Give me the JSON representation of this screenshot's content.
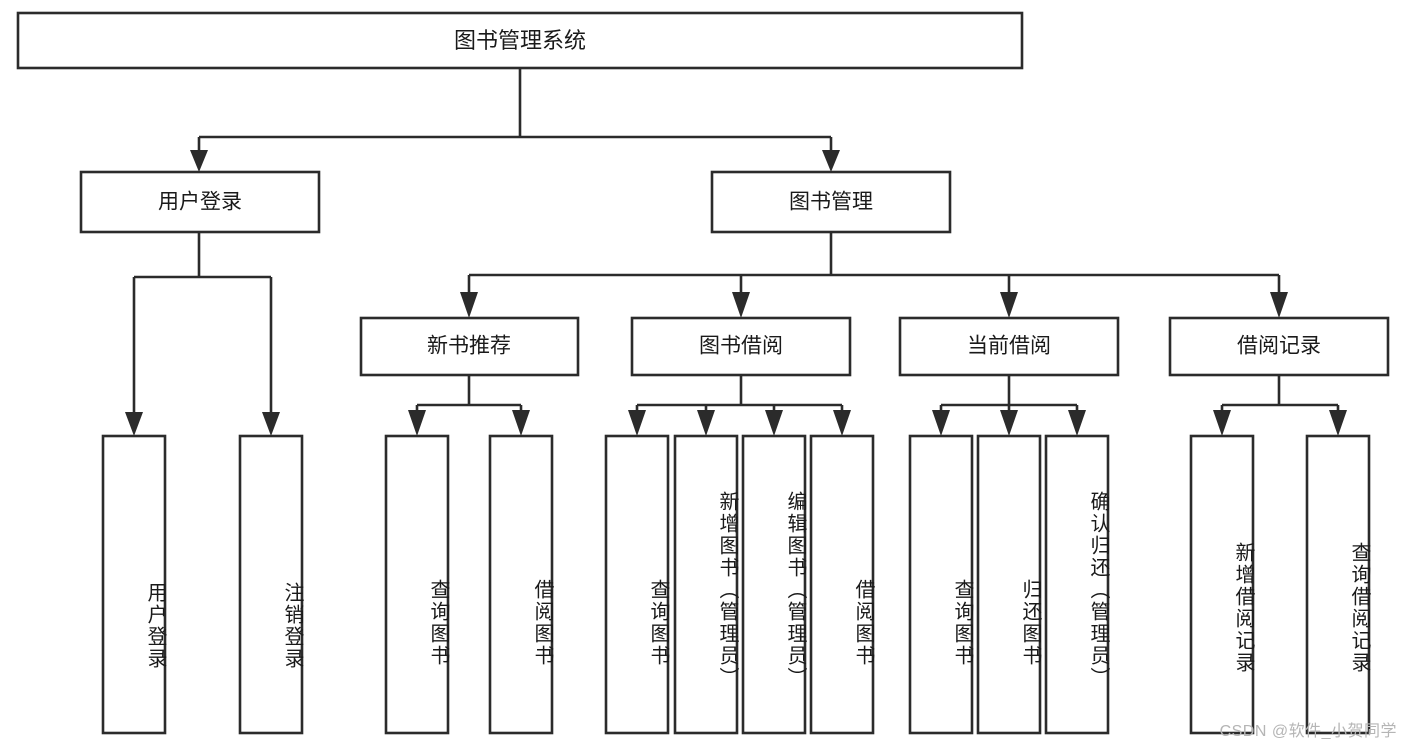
{
  "diagram": {
    "title": "图书管理系统",
    "type": "hierarchy-tree",
    "root": {
      "id": "root",
      "label": "图书管理系统",
      "orientation": "horizontal"
    },
    "level2": [
      {
        "id": "user-login",
        "label": "用户登录",
        "orientation": "horizontal"
      },
      {
        "id": "book-manage",
        "label": "图书管理",
        "orientation": "horizontal"
      }
    ],
    "level3": [
      {
        "id": "new-book-recommend",
        "label": "新书推荐",
        "orientation": "horizontal",
        "parent": "book-manage"
      },
      {
        "id": "book-borrow",
        "label": "图书借阅",
        "orientation": "horizontal",
        "parent": "book-manage"
      },
      {
        "id": "current-borrow",
        "label": "当前借阅",
        "orientation": "horizontal",
        "parent": "book-manage"
      },
      {
        "id": "borrow-record",
        "label": "借阅记录",
        "orientation": "horizontal",
        "parent": "book-manage"
      }
    ],
    "leaves": [
      {
        "id": "leaf-user-login",
        "label": "用户登录",
        "parent": "user-login",
        "orientation": "vertical"
      },
      {
        "id": "leaf-user-logout",
        "label": "注销登录",
        "parent": "user-login",
        "orientation": "vertical"
      },
      {
        "id": "leaf-query-book-1",
        "label": "查询图书",
        "parent": "new-book-recommend",
        "orientation": "vertical"
      },
      {
        "id": "leaf-borrow-book-1",
        "label": "借阅图书",
        "parent": "new-book-recommend",
        "orientation": "vertical"
      },
      {
        "id": "leaf-query-book-2",
        "label": "查询图书",
        "parent": "book-borrow",
        "orientation": "vertical"
      },
      {
        "id": "leaf-add-book",
        "label": "新增图书（管理员）",
        "parent": "book-borrow",
        "orientation": "vertical"
      },
      {
        "id": "leaf-edit-book",
        "label": "编辑图书（管理员）",
        "parent": "book-borrow",
        "orientation": "vertical"
      },
      {
        "id": "leaf-borrow-book-2",
        "label": "借阅图书",
        "parent": "book-borrow",
        "orientation": "vertical"
      },
      {
        "id": "leaf-query-book-3",
        "label": "查询图书",
        "parent": "current-borrow",
        "orientation": "vertical"
      },
      {
        "id": "leaf-return-book",
        "label": "归还图书",
        "parent": "current-borrow",
        "orientation": "vertical"
      },
      {
        "id": "leaf-confirm-return",
        "label": "确认归还（管理员）",
        "parent": "current-borrow",
        "orientation": "vertical"
      },
      {
        "id": "leaf-add-record",
        "label": "新增借阅记录",
        "parent": "borrow-record",
        "orientation": "vertical"
      },
      {
        "id": "leaf-query-record",
        "label": "查询借阅记录",
        "parent": "borrow-record",
        "orientation": "vertical"
      }
    ],
    "colors": {
      "stroke": "#2b2b2b",
      "fill": "#ffffff",
      "text": "#1a1a1a",
      "background": "#ffffff",
      "watermark": "#b5b5b5"
    }
  },
  "watermark": {
    "text": "CSDN @软件_小贺同学"
  }
}
